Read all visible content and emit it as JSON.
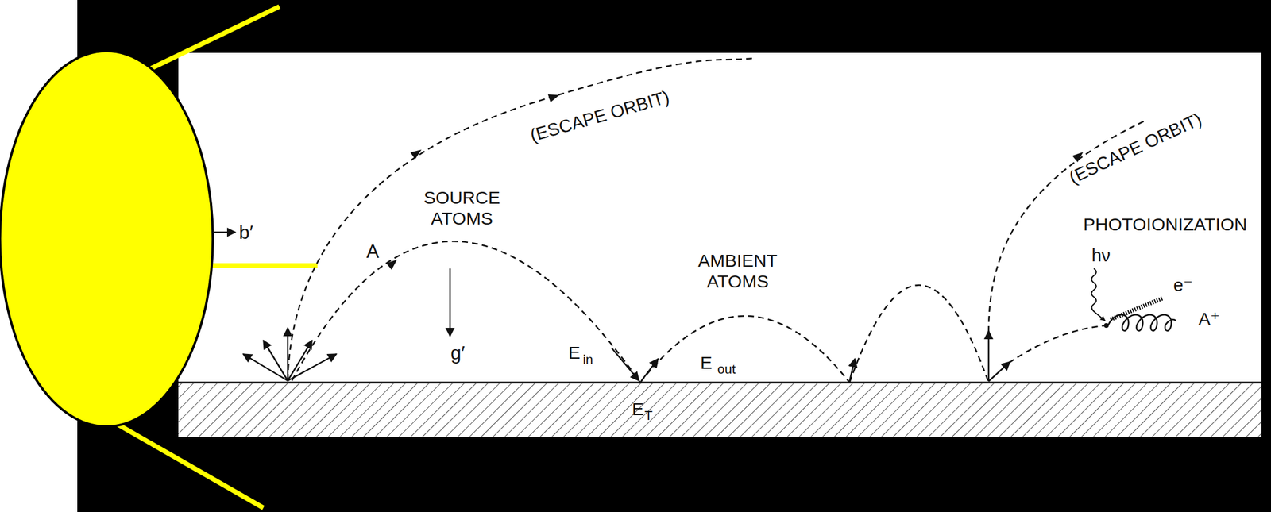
{
  "diagram": {
    "labels": [
      "b′",
      "(ESCAPE ORBIT)",
      "SOURCE ATOMS",
      "A",
      "g′",
      "AMBIENT ATOMS",
      "E",
      "in",
      "E",
      "out",
      "E",
      "T",
      "(ESCAPE ORBIT)",
      "PHOTOIONIZATION",
      "hν",
      "e⁻",
      "A⁺"
    ]
  }
}
